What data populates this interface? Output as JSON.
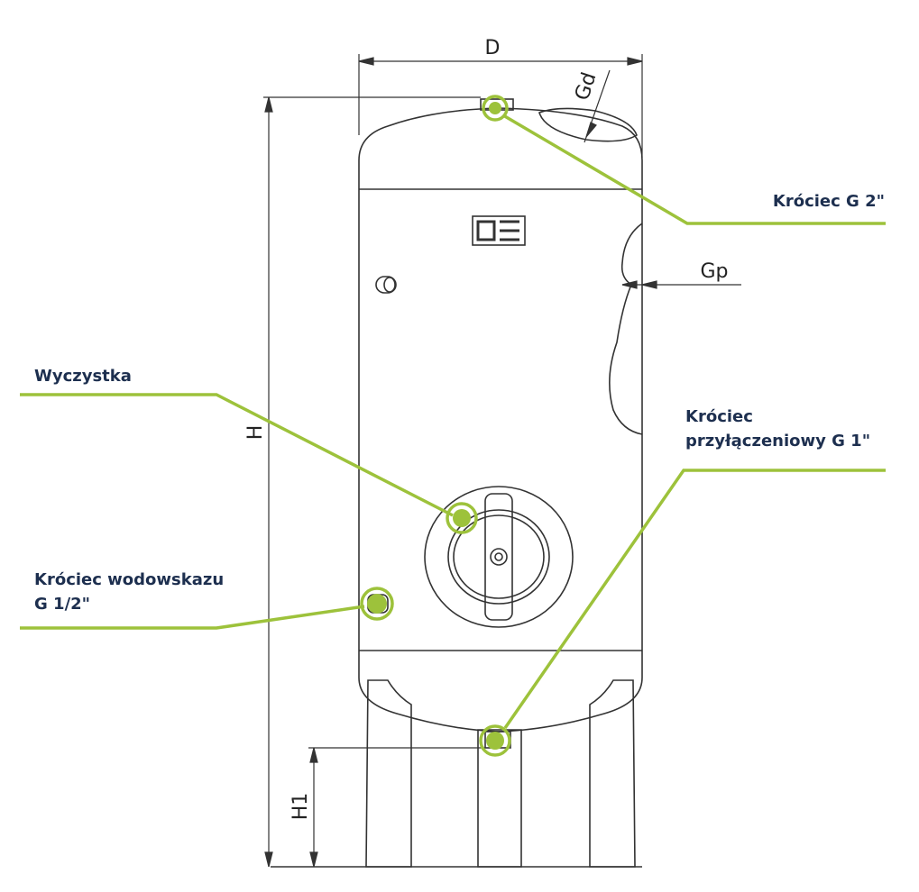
{
  "dimensions": {
    "width_label": "D",
    "height_label": "H",
    "leg_height_label": "H1",
    "top_port_label": "Gd",
    "side_port_label": "Gp"
  },
  "callouts": {
    "top_port": "Króciec G 2\"",
    "cleanout": "Wyczystka",
    "connection_line1": "Króciec",
    "connection_line2": "przyłączeniowy G 1\"",
    "gauge_line1": "Króciec wodowskazu",
    "gauge_line2": "G 1/2\""
  },
  "colors": {
    "accent": "#9dc23b",
    "label_text": "#1d2f4f",
    "drawing_line": "#333333"
  }
}
